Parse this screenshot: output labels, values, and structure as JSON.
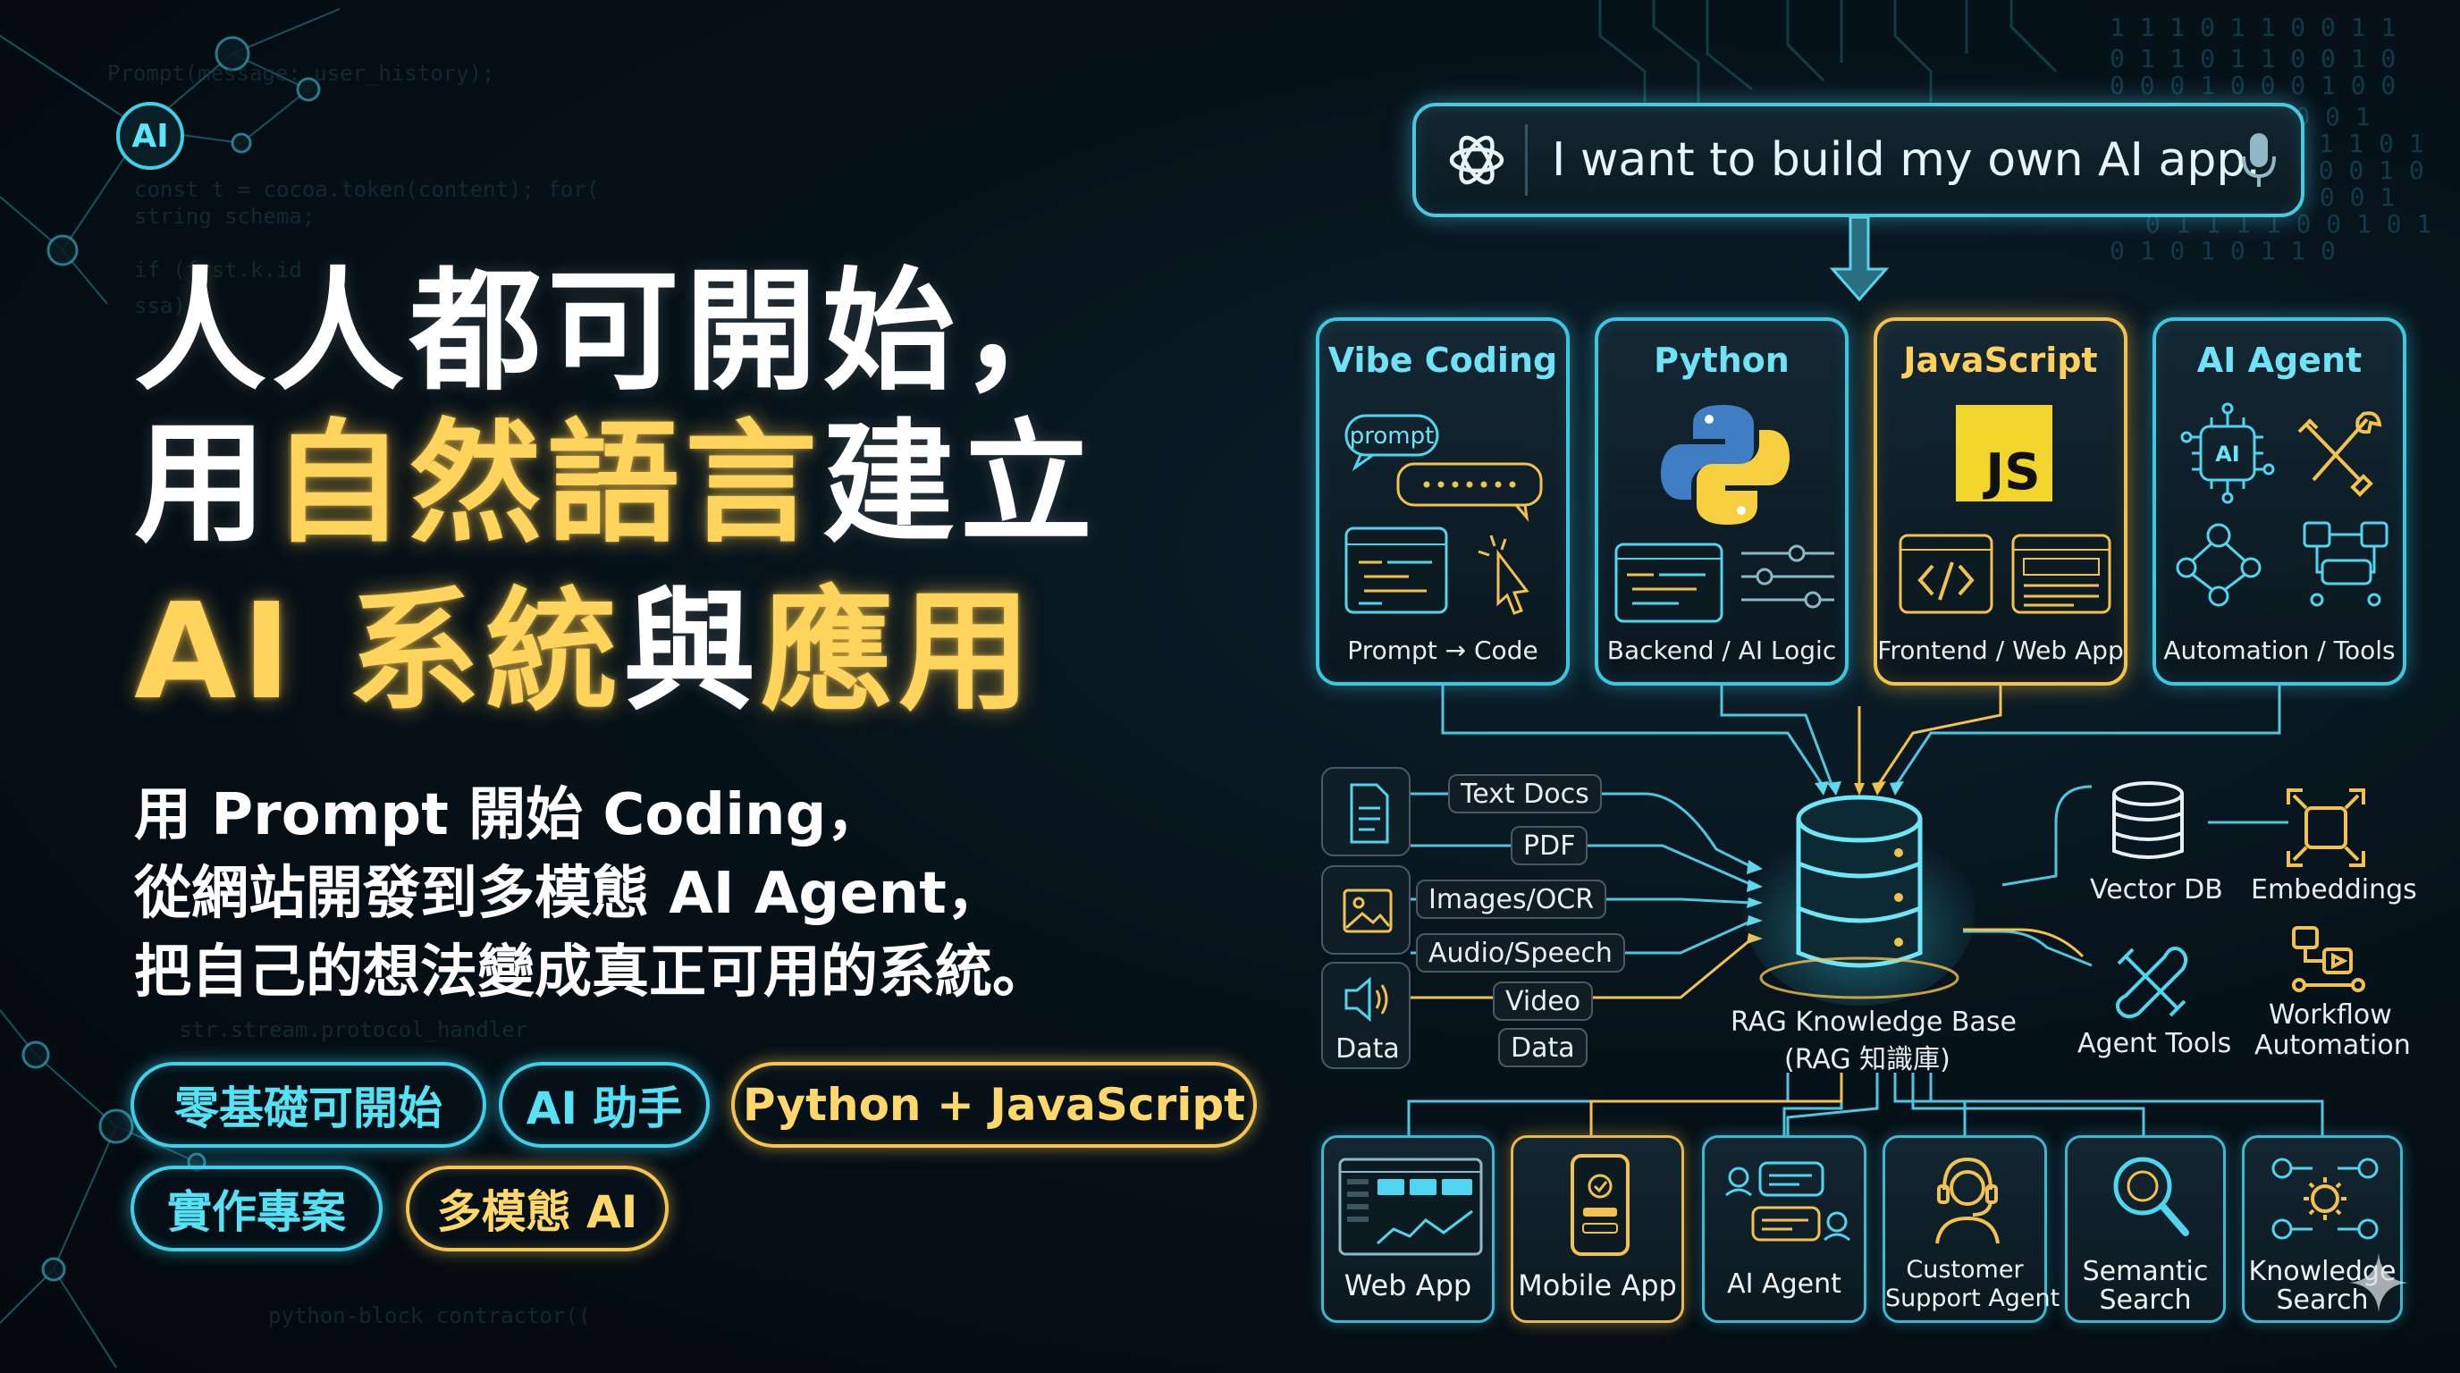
{
  "badge": {
    "label": "AI"
  },
  "headline": {
    "line1": "人人都可開始，",
    "line2_white_a": "用",
    "line2_gold": "自然語言",
    "line2_white_b": "建立",
    "line3_gold_a": "AI 系統",
    "line3_white": "與",
    "line3_gold_b": "應用"
  },
  "subtitle": {
    "line1": "用 Prompt 開始 Coding，",
    "line2": "從網站開發到多模態 AI Agent，",
    "line3": "把自己的想法變成真正可用的系統。"
  },
  "tags": [
    {
      "label": "零基礎可開始",
      "style": "cyan"
    },
    {
      "label": "AI 助手",
      "style": "cyan"
    },
    {
      "label": "Python + JavaScript",
      "style": "gold"
    },
    {
      "label": "實作專案",
      "style": "cyan"
    },
    {
      "label": "多模態 AI",
      "style": "gold"
    }
  ],
  "prompt_bar": {
    "text": "I want to build my own AI app."
  },
  "tool_cards": [
    {
      "title": "Vibe Coding",
      "bubble": "prompt",
      "caption": "Prompt → Code"
    },
    {
      "title": "Python",
      "caption": "Backend / AI Logic"
    },
    {
      "title": "JavaScript",
      "logo": "JS",
      "caption": "Frontend / Web App"
    },
    {
      "title": "AI Agent",
      "chip": "AI",
      "caption": "Automation / Tools"
    }
  ],
  "sources": {
    "labels": [
      "Text Docs",
      "PDF",
      "Images/OCR",
      "Audio/Speech",
      "Video",
      "Data"
    ],
    "data_icon_label": "Data"
  },
  "rag": {
    "line1": "RAG Knowledge Base",
    "line2": "(RAG 知識庫)"
  },
  "right_nodes": {
    "vector_db": "Vector DB",
    "embeddings": "Embeddings",
    "agent_tools": "Agent Tools",
    "workflow_line1": "Workflow",
    "workflow_line2": "Automation"
  },
  "outputs": [
    {
      "line1": "Web App"
    },
    {
      "line1": "Mobile App"
    },
    {
      "line1": "AI Agent"
    },
    {
      "line1": "Customer",
      "line2": "Support Agent"
    },
    {
      "line1": "Semantic",
      "line2": "Search"
    },
    {
      "line1": "Knowledge",
      "line2": "Search"
    }
  ],
  "colors": {
    "cyan": "#3fd0e8",
    "gold": "#f5c451",
    "bg": "#06121a"
  }
}
